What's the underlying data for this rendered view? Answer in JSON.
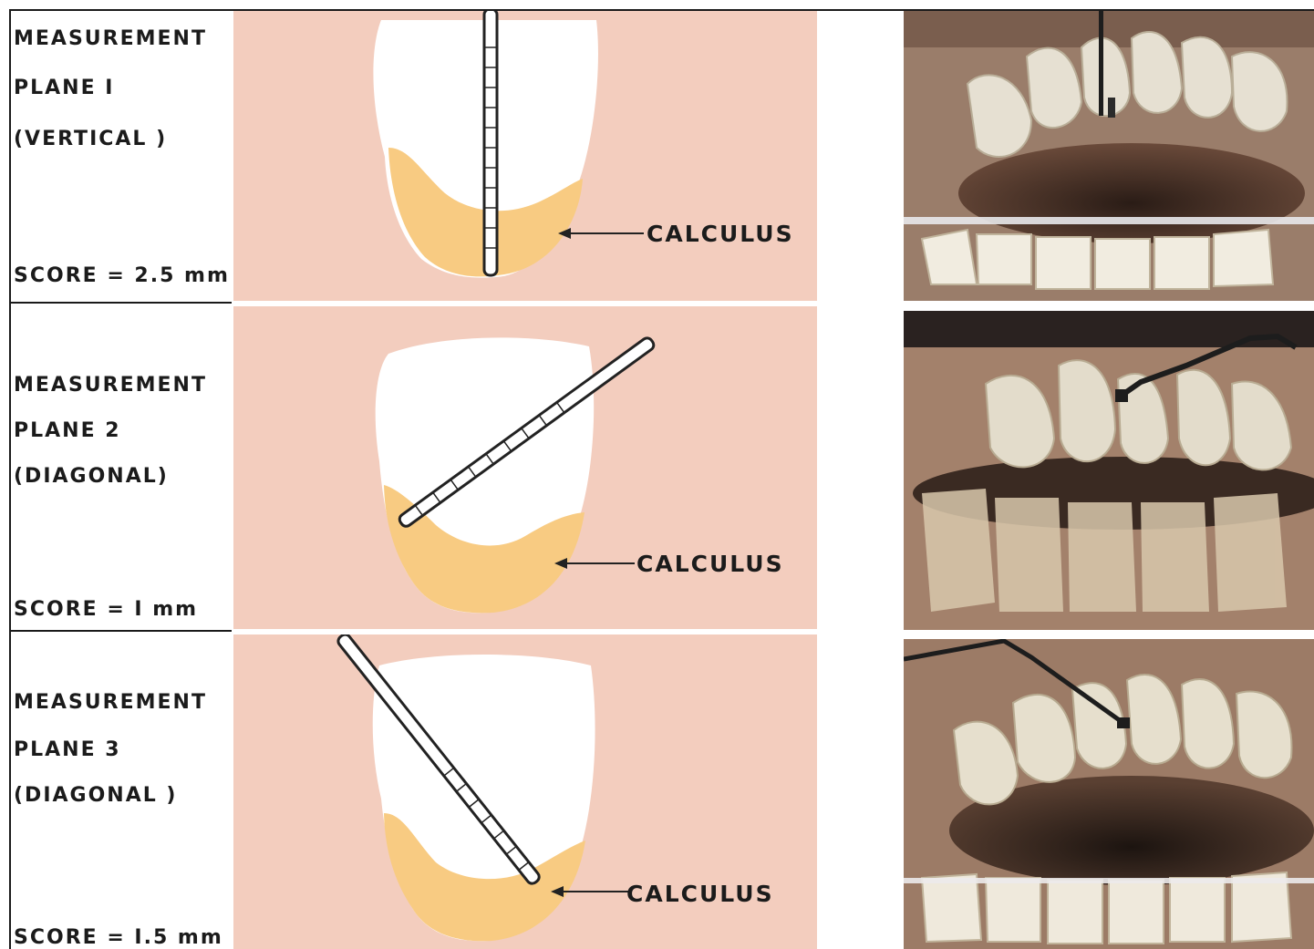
{
  "panels": [
    {
      "title": "MEASUREMENT",
      "plane": "PLANE  I",
      "orientation": "(VERTICAL )",
      "score": "SCORE  =  2.5 mm",
      "callout": "CALCULUS",
      "probe_direction": "vertical"
    },
    {
      "title": "MEASUREMENT",
      "plane": "PLANE  2",
      "orientation": "(DIAGONAL)",
      "score": "SCORE  =  I  mm",
      "callout": "CALCULUS",
      "probe_direction": "diagonal"
    },
    {
      "title": "MEASUREMENT",
      "plane": "PLANE  3",
      "orientation": "(DIAGONAL )",
      "score": "SCORE  =  I.5 mm",
      "callout": "CALCULUS",
      "probe_direction": "diagonal"
    }
  ],
  "colors": {
    "background_pink": "#f3cdbe",
    "tooth": "#ffffff",
    "calculus": "#f8cb82",
    "text": "#1b1b1b"
  }
}
